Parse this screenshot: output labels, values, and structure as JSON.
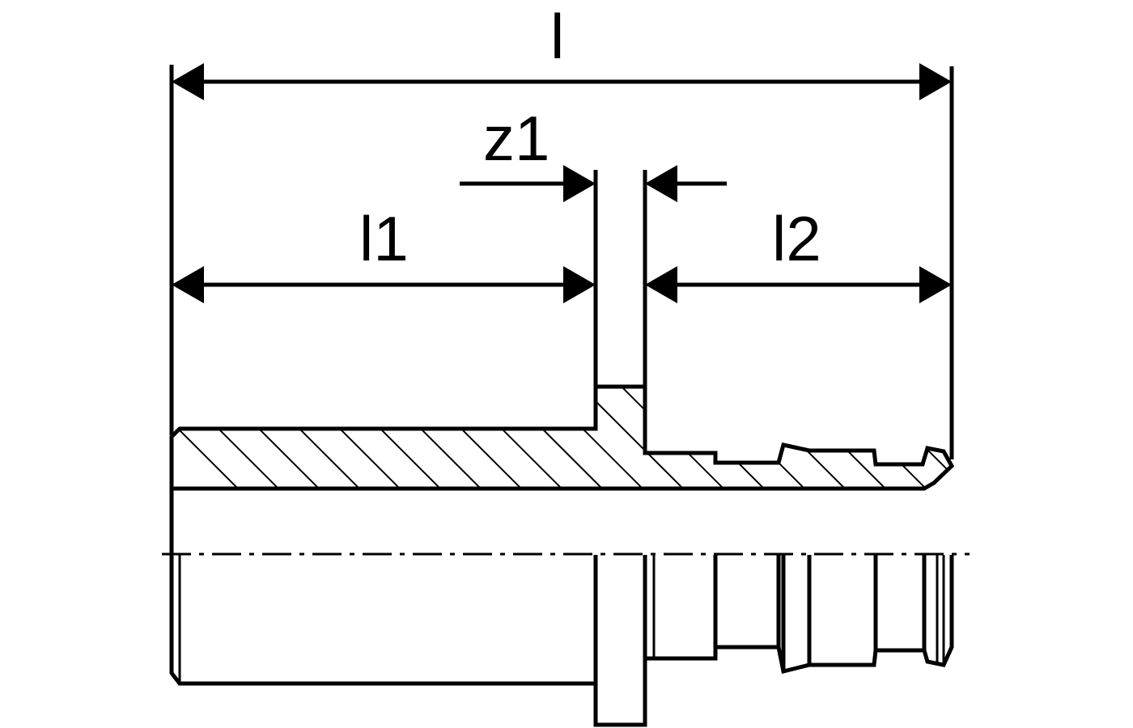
{
  "diagram": {
    "colors": {
      "line": "#000000",
      "background": "#ffffff"
    },
    "dimensions": {
      "overall_length": {
        "label": "l"
      },
      "insertion_depth_1": {
        "label": "l1"
      },
      "insertion_depth_2": {
        "label": "l2"
      },
      "z_dimension": {
        "label": "z1"
      }
    }
  }
}
